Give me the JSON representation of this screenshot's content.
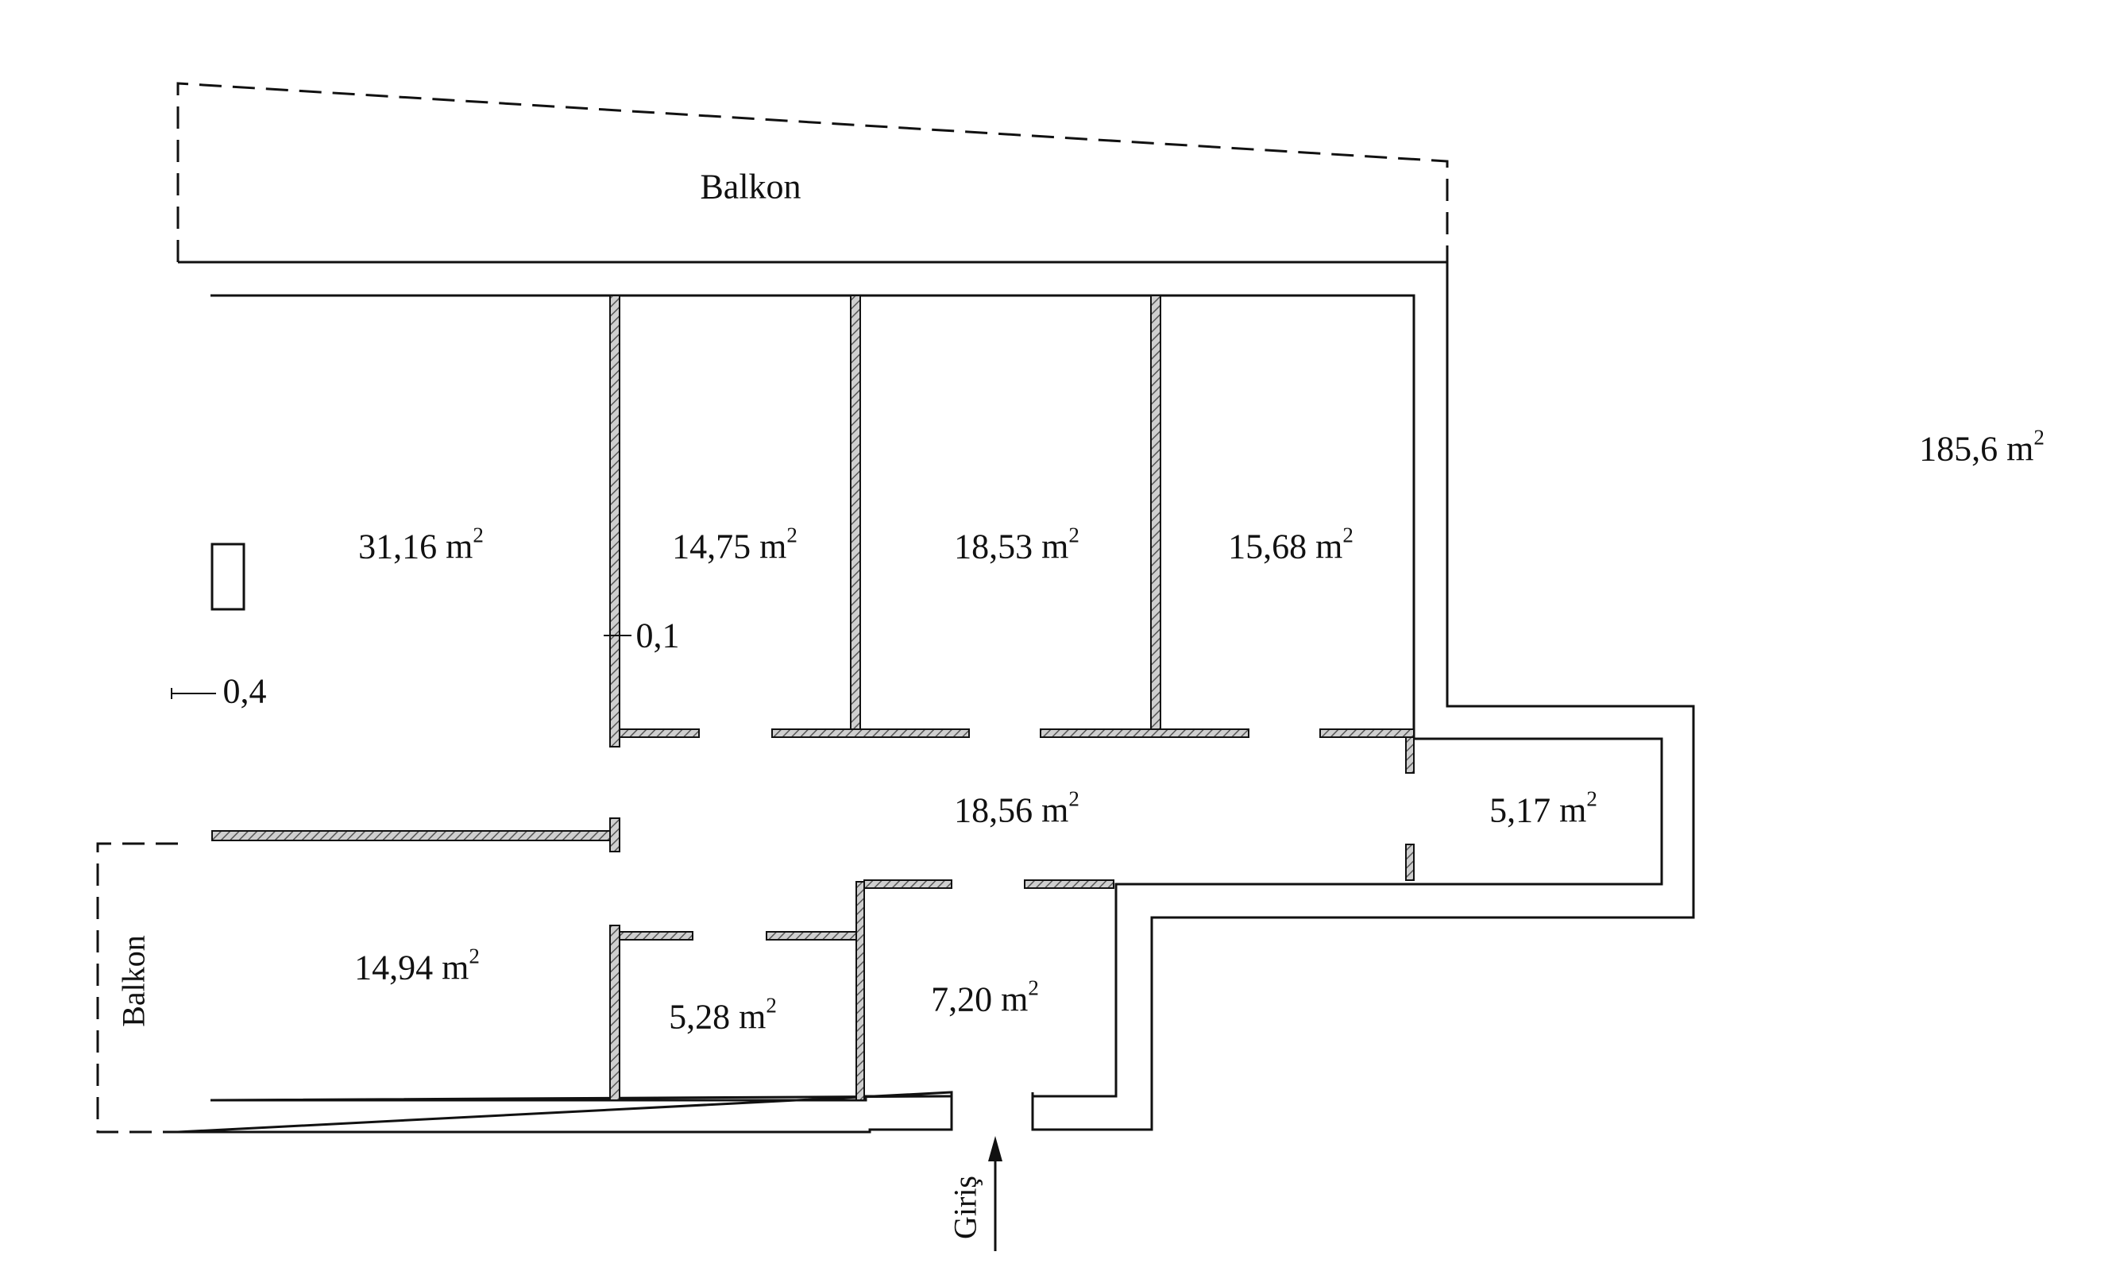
{
  "total_area": {
    "value": "185,6 m",
    "sup": "2"
  },
  "balcony_top_label": "Balkon",
  "balcony_left_label": "Balkon",
  "entrance_label": "Giriş",
  "wall_thickness": {
    "outer": "0,4",
    "inner": "0,1"
  },
  "rooms": [
    {
      "id": "room-a",
      "area": "31,16 m",
      "sup": "2"
    },
    {
      "id": "room-b",
      "area": "14,75 m",
      "sup": "2"
    },
    {
      "id": "room-c",
      "area": "18,53 m",
      "sup": "2"
    },
    {
      "id": "room-d",
      "area": "15,68 m",
      "sup": "2"
    },
    {
      "id": "corridor",
      "area": "18,56 m",
      "sup": "2"
    },
    {
      "id": "room-e",
      "area": "5,17 m",
      "sup": "2"
    },
    {
      "id": "room-f",
      "area": "14,94 m",
      "sup": "2"
    },
    {
      "id": "room-g",
      "area": "5,28 m",
      "sup": "2"
    },
    {
      "id": "hall",
      "area": "7,20 m",
      "sup": "2"
    }
  ],
  "colors": {
    "line": "#111111",
    "hatch": "#9a9a9a",
    "background": "#ffffff"
  }
}
